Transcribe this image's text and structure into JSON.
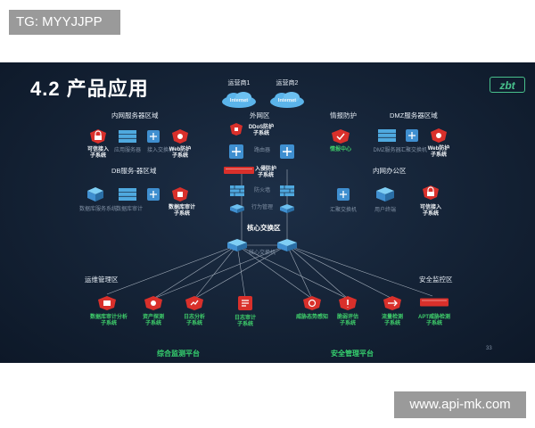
{
  "overlay": {
    "tag": "TG: MYYJJPP",
    "watermark": "www.api-mk.com"
  },
  "slide": {
    "title": "4.2 产品应用",
    "logo": "zbt",
    "page_number": "33",
    "colors": {
      "background": "#142235",
      "security_red": "#d9302b",
      "network_blue": "#4fa9df",
      "platform_green": "#36d26f",
      "logo_green": "#48c08c"
    },
    "zones": {
      "intranet_server": "内网服务器区域",
      "db_server": "DB服务-器区域",
      "external": "外网区",
      "intel": "情报防护",
      "dmz": "DMZ服务器区域",
      "office": "内网办公区",
      "core": "核心交换区",
      "ops": "运维管理区",
      "security_monitor": "安全监控区"
    },
    "nodes": {
      "isp1": "运营商1",
      "isp2": "运营商2",
      "internet1": "Internet",
      "internet2": "Internet",
      "ddos": "DDoS防护 子系统",
      "router": "路由器",
      "access_guard": "入侵防护 子系统",
      "firewall": "防火墙",
      "behavior": "行为管理",
      "core_switch": "核心交换机",
      "trusted_access_1": "可信接入 子系统",
      "app_server": "应用服务器",
      "access_switch_1": "接入交换机",
      "web_guard_1": "Web防护 子系统",
      "db_server_dev": "数据库服务系统",
      "db_audit_server": "数据库审计",
      "db_audit": "数据库审计 子系统",
      "intel_center": "情报中心",
      "dmz_server": "DMZ服务器",
      "dmz_switch": "汇聚交换机",
      "web_guard_2": "Web防护 子系统",
      "agg_switch": "汇聚交换机",
      "user_terminal": "用户终端",
      "trusted_access_2": "可信接入 子系统",
      "ops_audit": "数据库审计分析 子系统",
      "asset_probe": "资产探测 子系统",
      "log_analysis": "日志分析 子系统",
      "log_audit": "日志审计 子系统",
      "threat_aware": "威胁态势感知",
      "vuln_assess": "脆弱评估 子系统",
      "traffic_detect": "流量检测 子系统",
      "apt_detect": "APT威胁检测 子系统"
    },
    "platforms": {
      "monitor": "综合监测平台",
      "security": "安全管理平台"
    }
  }
}
